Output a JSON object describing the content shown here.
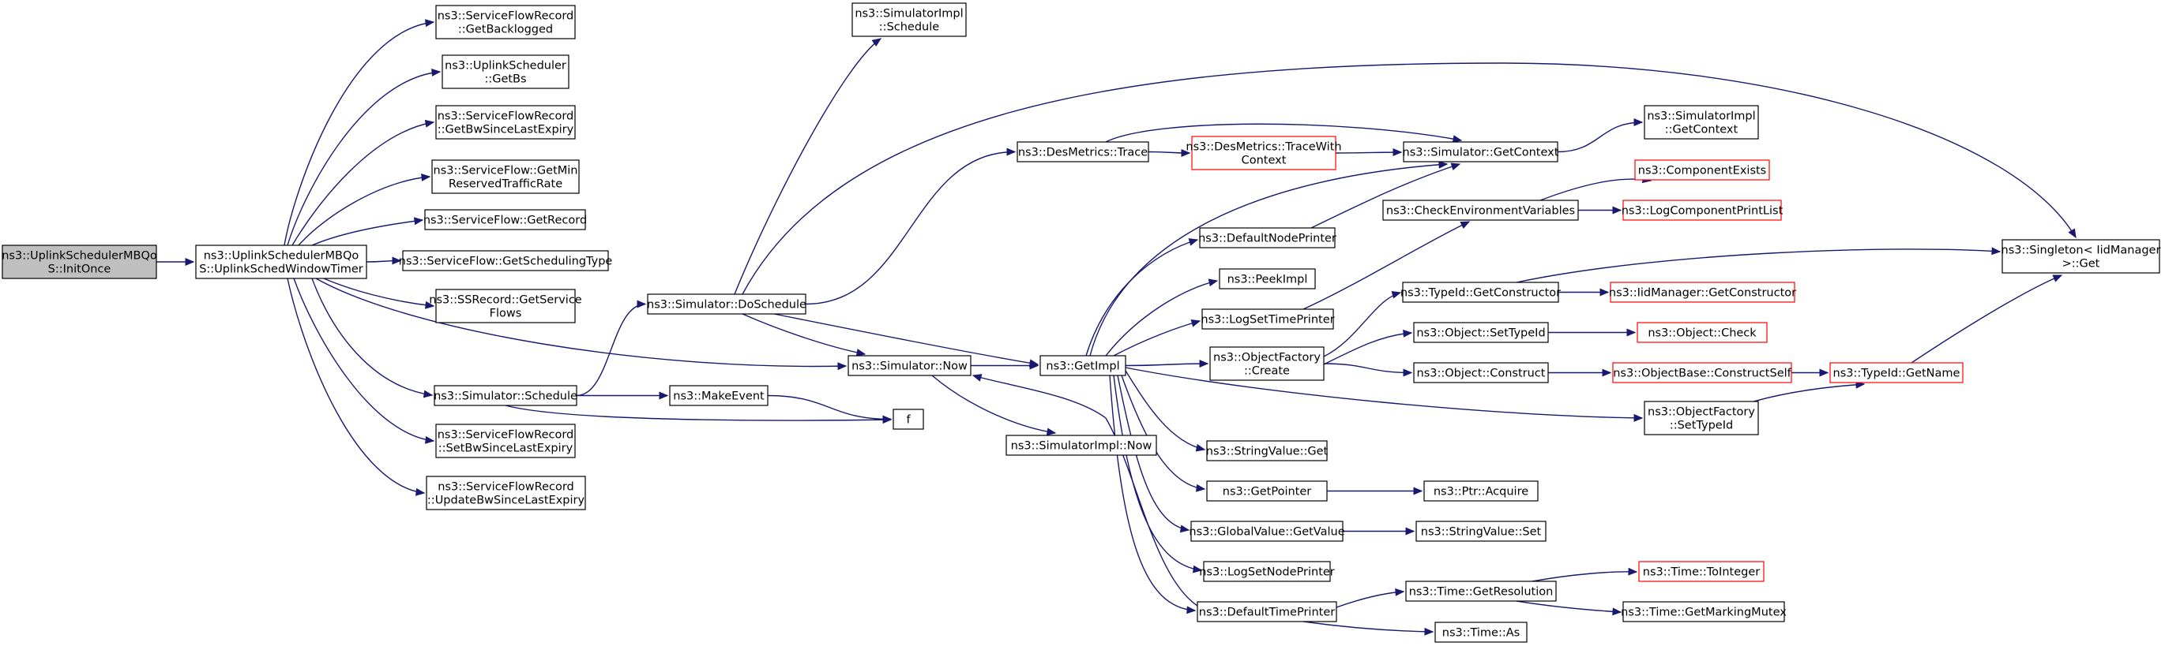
{
  "diagram": {
    "type": "call-graph",
    "nodes": {
      "n0": {
        "lines": [
          "ns3::UplinkSchedulerMBQo",
          "S::InitOnce"
        ],
        "root": true
      },
      "n1": {
        "lines": [
          "ns3::UplinkSchedulerMBQo",
          "S::UplinkSchedWindowTimer"
        ]
      },
      "n2": {
        "lines": [
          "ns3::ServiceFlowRecord",
          "::GetBacklogged"
        ]
      },
      "n3": {
        "lines": [
          "ns3::UplinkScheduler",
          "::GetBs"
        ]
      },
      "n4": {
        "lines": [
          "ns3::ServiceFlowRecord",
          "::GetBwSinceLastExpiry"
        ]
      },
      "n5": {
        "lines": [
          "ns3::ServiceFlow::GetMin",
          "ReservedTrafficRate"
        ]
      },
      "n6": {
        "lines": [
          "ns3::ServiceFlow::GetRecord"
        ]
      },
      "n7": {
        "lines": [
          "ns3::ServiceFlow::GetSchedulingType"
        ]
      },
      "n8": {
        "lines": [
          "ns3::SSRecord::GetService",
          "Flows"
        ]
      },
      "n9": {
        "lines": [
          "ns3::Simulator::Schedule"
        ]
      },
      "n10": {
        "lines": [
          "ns3::ServiceFlowRecord",
          "::SetBwSinceLastExpiry"
        ]
      },
      "n11": {
        "lines": [
          "ns3::ServiceFlowRecord",
          "::UpdateBwSinceLastExpiry"
        ]
      },
      "n12": {
        "lines": [
          "ns3::SimulatorImpl",
          "::Schedule"
        ]
      },
      "n13": {
        "lines": [
          "ns3::Simulator::DoSchedule"
        ]
      },
      "n14": {
        "lines": [
          "ns3::Simulator::Now"
        ]
      },
      "n15": {
        "lines": [
          "ns3::MakeEvent"
        ]
      },
      "n16": {
        "lines": [
          "f"
        ]
      },
      "n17": {
        "lines": [
          "ns3::SimulatorImpl::Now"
        ]
      },
      "n18": {
        "lines": [
          "ns3::DesMetrics::Trace"
        ]
      },
      "n19": {
        "lines": [
          "ns3::GetImpl"
        ]
      },
      "n20": {
        "lines": [
          "ns3::DesMetrics::TraceWith",
          "Context"
        ],
        "ext": true
      },
      "n21": {
        "lines": [
          "ns3::Simulator::GetContext"
        ]
      },
      "n22": {
        "lines": [
          "ns3::SimulatorImpl",
          "::GetContext"
        ]
      },
      "n23": {
        "lines": [
          "ns3::Singleton< IidManager",
          ">::Get"
        ]
      },
      "n24": {
        "lines": [
          "ns3::DefaultNodePrinter"
        ]
      },
      "n25": {
        "lines": [
          "ns3::PeekImpl"
        ]
      },
      "n26": {
        "lines": [
          "ns3::LogSetTimePrinter"
        ]
      },
      "n27": {
        "lines": [
          "ns3::ObjectFactory",
          "::Create"
        ]
      },
      "n28": {
        "lines": [
          "ns3::StringValue::Get"
        ]
      },
      "n29": {
        "lines": [
          "ns3::GetPointer"
        ]
      },
      "n30": {
        "lines": [
          "ns3::GlobalValue::GetValue"
        ]
      },
      "n31": {
        "lines": [
          "ns3::LogSetNodePrinter"
        ]
      },
      "n32": {
        "lines": [
          "ns3::DefaultTimePrinter"
        ]
      },
      "n33": {
        "lines": [
          "ns3::CheckEnvironmentVariables"
        ]
      },
      "n34": {
        "lines": [
          "ns3::ComponentExists"
        ],
        "ext": true
      },
      "n35": {
        "lines": [
          "ns3::LogComponentPrintList"
        ],
        "ext": true
      },
      "n36": {
        "lines": [
          "ns3::TypeId::GetConstructor"
        ]
      },
      "n37": {
        "lines": [
          "ns3::IidManager::GetConstructor"
        ],
        "ext": true
      },
      "n38": {
        "lines": [
          "ns3::Object::SetTypeId"
        ]
      },
      "n39": {
        "lines": [
          "ns3::Object::Check"
        ],
        "ext": true
      },
      "n40": {
        "lines": [
          "ns3::Object::Construct"
        ]
      },
      "n41": {
        "lines": [
          "ns3::ObjectBase::ConstructSelf"
        ],
        "ext": true
      },
      "n42": {
        "lines": [
          "ns3::TypeId::GetName"
        ],
        "ext": true
      },
      "n43": {
        "lines": [
          "ns3::ObjectFactory",
          "::SetTypeId"
        ]
      },
      "n44": {
        "lines": [
          "ns3::Ptr::Acquire"
        ]
      },
      "n45": {
        "lines": [
          "ns3::StringValue::Set"
        ]
      },
      "n46": {
        "lines": [
          "ns3::Time::GetResolution"
        ]
      },
      "n47": {
        "lines": [
          "ns3::Time::ToInteger"
        ],
        "ext": true
      },
      "n48": {
        "lines": [
          "ns3::Time::GetMarkingMutex"
        ]
      },
      "n49": {
        "lines": [
          "ns3::Time::As"
        ]
      }
    },
    "edges": [
      [
        "n0",
        "n1"
      ],
      [
        "n1",
        "n2"
      ],
      [
        "n1",
        "n3"
      ],
      [
        "n1",
        "n4"
      ],
      [
        "n1",
        "n5"
      ],
      [
        "n1",
        "n6"
      ],
      [
        "n1",
        "n7"
      ],
      [
        "n1",
        "n8"
      ],
      [
        "n1",
        "n9"
      ],
      [
        "n1",
        "n10"
      ],
      [
        "n1",
        "n11"
      ],
      [
        "n1",
        "n14"
      ],
      [
        "n9",
        "n13"
      ],
      [
        "n9",
        "n15"
      ],
      [
        "n9",
        "n16"
      ],
      [
        "n13",
        "n12"
      ],
      [
        "n13",
        "n18"
      ],
      [
        "n13",
        "n23"
      ],
      [
        "n13",
        "n14"
      ],
      [
        "n13",
        "n19"
      ],
      [
        "n14",
        "n19"
      ],
      [
        "n14",
        "n17"
      ],
      [
        "n15",
        "n16"
      ],
      [
        "n18",
        "n20"
      ],
      [
        "n18",
        "n21"
      ],
      [
        "n20",
        "n21"
      ],
      [
        "n21",
        "n22"
      ],
      [
        "n19",
        "n21"
      ],
      [
        "n19",
        "n24"
      ],
      [
        "n19",
        "n25"
      ],
      [
        "n19",
        "n26"
      ],
      [
        "n19",
        "n27"
      ],
      [
        "n19",
        "n43"
      ],
      [
        "n19",
        "n28"
      ],
      [
        "n19",
        "n29"
      ],
      [
        "n19",
        "n30"
      ],
      [
        "n19",
        "n31"
      ],
      [
        "n19",
        "n32"
      ],
      [
        "n24",
        "n21"
      ],
      [
        "n26",
        "n33"
      ],
      [
        "n33",
        "n34"
      ],
      [
        "n33",
        "n35"
      ],
      [
        "n27",
        "n36"
      ],
      [
        "n27",
        "n38"
      ],
      [
        "n27",
        "n40"
      ],
      [
        "n36",
        "n37"
      ],
      [
        "n36",
        "n23"
      ],
      [
        "n38",
        "n39"
      ],
      [
        "n40",
        "n41"
      ],
      [
        "n41",
        "n42"
      ],
      [
        "n42",
        "n23"
      ],
      [
        "n43",
        "n42"
      ],
      [
        "n29",
        "n44"
      ],
      [
        "n30",
        "n45"
      ],
      [
        "n32",
        "n46"
      ],
      [
        "n32",
        "n49"
      ],
      [
        "n32",
        "n14"
      ],
      [
        "n46",
        "n47"
      ],
      [
        "n46",
        "n48"
      ]
    ]
  }
}
